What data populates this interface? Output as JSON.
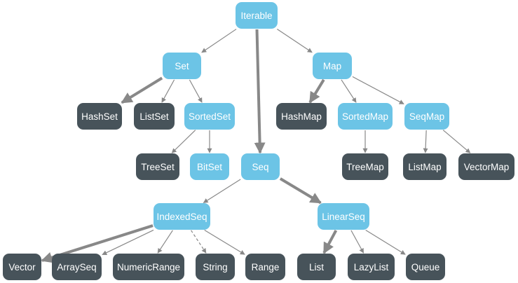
{
  "colors": {
    "abstract_fill": "#6cc4e6",
    "concrete_fill": "#47535a",
    "label_text": "#ffffff",
    "edge": "#888888"
  },
  "diagram": {
    "nodes": {
      "iterable": {
        "label": "Iterable",
        "kind": "abstract"
      },
      "set": {
        "label": "Set",
        "kind": "abstract"
      },
      "map": {
        "label": "Map",
        "kind": "abstract"
      },
      "hashset": {
        "label": "HashSet",
        "kind": "concrete"
      },
      "listset": {
        "label": "ListSet",
        "kind": "concrete"
      },
      "sortedset": {
        "label": "SortedSet",
        "kind": "abstract"
      },
      "hashmap": {
        "label": "HashMap",
        "kind": "concrete"
      },
      "sortedmap": {
        "label": "SortedMap",
        "kind": "abstract"
      },
      "seqmap": {
        "label": "SeqMap",
        "kind": "abstract"
      },
      "treeset": {
        "label": "TreeSet",
        "kind": "concrete"
      },
      "bitset": {
        "label": "BitSet",
        "kind": "abstract"
      },
      "seq": {
        "label": "Seq",
        "kind": "abstract"
      },
      "treemap": {
        "label": "TreeMap",
        "kind": "concrete"
      },
      "listmap": {
        "label": "ListMap",
        "kind": "concrete"
      },
      "vectormap": {
        "label": "VectorMap",
        "kind": "concrete"
      },
      "indexedseq": {
        "label": "IndexedSeq",
        "kind": "abstract"
      },
      "linearseq": {
        "label": "LinearSeq",
        "kind": "abstract"
      },
      "vector": {
        "label": "Vector",
        "kind": "concrete"
      },
      "arrayseq": {
        "label": "ArraySeq",
        "kind": "concrete"
      },
      "numericrange": {
        "label": "NumericRange",
        "kind": "concrete"
      },
      "string": {
        "label": "String",
        "kind": "concrete"
      },
      "range": {
        "label": "Range",
        "kind": "concrete"
      },
      "list": {
        "label": "List",
        "kind": "concrete"
      },
      "lazylist": {
        "label": "LazyList",
        "kind": "concrete"
      },
      "queue": {
        "label": "Queue",
        "kind": "concrete"
      }
    },
    "edges": [
      {
        "from": "iterable",
        "to": "set",
        "style": "thin"
      },
      {
        "from": "iterable",
        "to": "map",
        "style": "thin"
      },
      {
        "from": "iterable",
        "to": "seq",
        "style": "thick"
      },
      {
        "from": "set",
        "to": "hashset",
        "style": "thick"
      },
      {
        "from": "set",
        "to": "listset",
        "style": "thin"
      },
      {
        "from": "set",
        "to": "sortedset",
        "style": "thin"
      },
      {
        "from": "sortedset",
        "to": "treeset",
        "style": "thin"
      },
      {
        "from": "sortedset",
        "to": "bitset",
        "style": "thin"
      },
      {
        "from": "map",
        "to": "hashmap",
        "style": "thick"
      },
      {
        "from": "map",
        "to": "sortedmap",
        "style": "thin"
      },
      {
        "from": "map",
        "to": "seqmap",
        "style": "thin"
      },
      {
        "from": "sortedmap",
        "to": "treemap",
        "style": "thin"
      },
      {
        "from": "seqmap",
        "to": "listmap",
        "style": "thin"
      },
      {
        "from": "seqmap",
        "to": "vectormap",
        "style": "thin"
      },
      {
        "from": "seq",
        "to": "indexedseq",
        "style": "thin"
      },
      {
        "from": "seq",
        "to": "linearseq",
        "style": "thick"
      },
      {
        "from": "indexedseq",
        "to": "vector",
        "style": "thick"
      },
      {
        "from": "indexedseq",
        "to": "arrayseq",
        "style": "thin"
      },
      {
        "from": "indexedseq",
        "to": "numericrange",
        "style": "thin"
      },
      {
        "from": "indexedseq",
        "to": "string",
        "style": "dashed"
      },
      {
        "from": "indexedseq",
        "to": "range",
        "style": "thin"
      },
      {
        "from": "linearseq",
        "to": "list",
        "style": "thick"
      },
      {
        "from": "linearseq",
        "to": "lazylist",
        "style": "thin"
      },
      {
        "from": "linearseq",
        "to": "queue",
        "style": "thin"
      }
    ]
  }
}
